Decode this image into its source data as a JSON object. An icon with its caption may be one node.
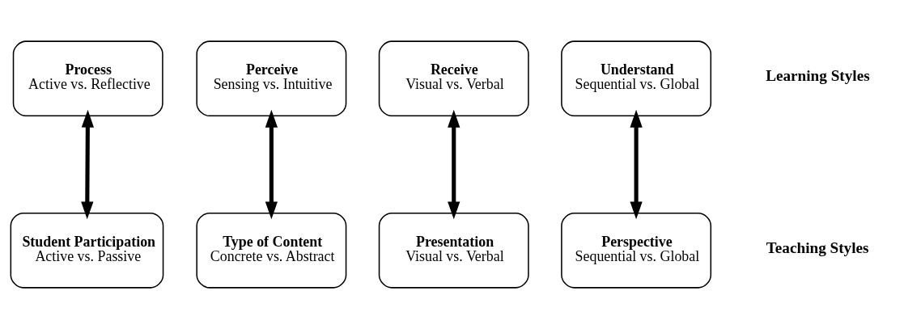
{
  "diagram": {
    "nodes": [
      {
        "text": [
          "Process",
          "Active vs. Reflective"
        ]
      },
      {
        "text": [
          "Perceive",
          "Sensing vs. Intuitive"
        ]
      },
      {
        "text": [
          "Receive",
          "Visual vs. Verbal"
        ]
      },
      {
        "text": [
          "Understand",
          "Sequential vs. Global"
        ]
      },
      {
        "text": [
          "Student Participation",
          "Active vs. Passive"
        ]
      },
      {
        "text": [
          "Type of Content",
          "Concrete vs. Abstract"
        ]
      },
      {
        "text": [
          "Presentation",
          "Visual vs. Verbal"
        ]
      },
      {
        "text": [
          "Perspective",
          "Sequential vs. Global"
        ]
      }
    ],
    "edges": [
      {
        "from": 0,
        "to": 4,
        "arrow": "both"
      },
      {
        "from": 1,
        "to": 5,
        "arrow": "both"
      },
      {
        "from": 2,
        "to": 6,
        "arrow": "both"
      },
      {
        "from": 3,
        "to": 7,
        "arrow": "both"
      }
    ],
    "labels": [
      "Learning Styles",
      "Teaching Styles"
    ]
  }
}
